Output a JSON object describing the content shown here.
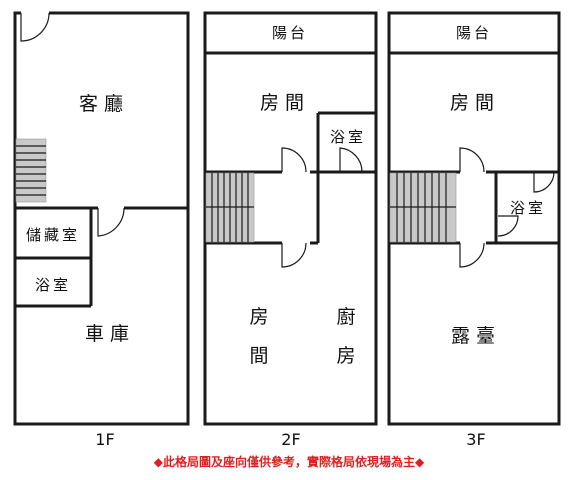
{
  "floors": {
    "f1": {
      "label": "1F",
      "living_room": "客廳",
      "storage": "儲藏室",
      "bathroom": "浴室",
      "garage": "車庫"
    },
    "f2": {
      "label": "2F",
      "balcony": "陽台",
      "room_top": "房間",
      "bathroom": "浴室",
      "room_bottom_line1": "房",
      "room_bottom_line2": "間",
      "kitchen_line1": "廚",
      "kitchen_line2": "房"
    },
    "f3": {
      "label": "3F",
      "balcony": "陽台",
      "room": "房間",
      "bathroom": "浴室",
      "terrace": "露臺"
    }
  },
  "disclaimer": "◆此格局圖及座向僅供參考，實際格局依現場為主◆",
  "colors": {
    "wall": "#1a1a1a",
    "disclaimer": "#e02020",
    "stairs": "#c9c9c9"
  }
}
